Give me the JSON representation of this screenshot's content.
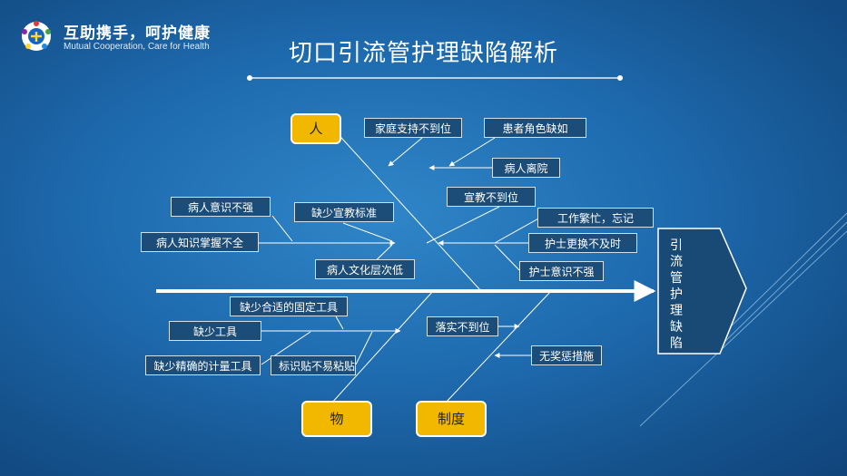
{
  "brand": {
    "name_cn": "互助携手，呵护健康",
    "name_en": "Mutual Cooperation,  Care for Health",
    "logo_icon": "people-circle-logo-icon"
  },
  "title": "切口引流管护理缺陷解析",
  "problem": "引流管护理缺陷",
  "categories": {
    "people": "人",
    "material": "物",
    "system": "制度"
  },
  "causes": {
    "family_support": "家庭支持不到位",
    "patient_role": "患者角色缺如",
    "patient_leave": "病人离院",
    "education": "宣教不到位",
    "busy_work": "工作繁忙，忘记",
    "nurse_replace": "护士更换不及时",
    "nurse_awareness": "护士意识不强",
    "patient_awareness": "病人意识不强",
    "lack_education_std": "缺少宣教标准",
    "patient_knowledge": "病人知识掌握不全",
    "patient_culture": "病人文化层次低",
    "fixing_tool": "缺少合适的固定工具",
    "lack_tool": "缺少工具",
    "measure_tool": "缺少精确的计量工具",
    "label_sticky": "标识贴不易粘贴",
    "not_implemented": "落实不到位",
    "no_reward": "无奖惩措施"
  },
  "colors": {
    "category_fill": "#f2b800",
    "box_fill": "#1b4d78",
    "line": "#ffffff"
  }
}
